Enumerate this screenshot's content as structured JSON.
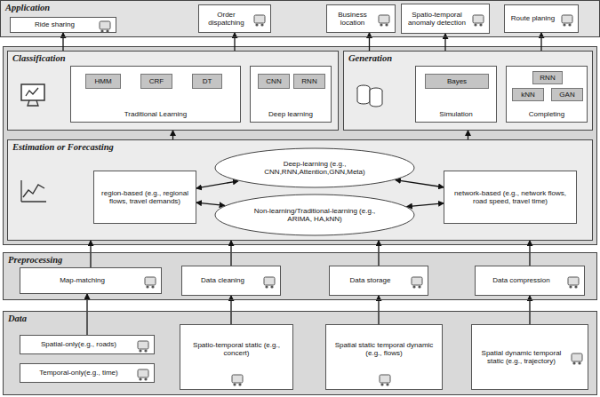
{
  "diagram": {
    "nodes": [
      {
        "text": [
          "Application"
        ]
      },
      {
        "text": [
          "Ride sharing"
        ],
        "in": 0
      },
      {
        "text": [
          "Order dispatching"
        ],
        "in": 0
      },
      {
        "text": [
          "Business location"
        ],
        "in": 0
      },
      {
        "text": [
          "Spatio-temporal anomaly detection"
        ],
        "in": 0
      },
      {
        "text": [
          "Route planing"
        ],
        "in": 0
      },
      {
        "text": [
          "Classification"
        ]
      },
      {
        "text": [
          "Traditional Learning"
        ],
        "in": 6
      },
      {
        "text": [
          "HMM"
        ],
        "in": 7
      },
      {
        "text": [
          "CRF"
        ],
        "in": 7
      },
      {
        "text": [
          "DT"
        ],
        "in": 7
      },
      {
        "text": [
          "Deep learning"
        ],
        "in": 6
      },
      {
        "text": [
          "CNN"
        ],
        "in": 11
      },
      {
        "text": [
          "RNN"
        ],
        "in": 11
      },
      {
        "text": [
          "Generation"
        ]
      },
      {
        "text": [
          "Simulation"
        ],
        "in": 14
      },
      {
        "text": [
          "Bayes"
        ],
        "in": 15
      },
      {
        "text": [
          "Completing"
        ],
        "in": 14
      },
      {
        "text": [
          "RNN"
        ],
        "in": 17
      },
      {
        "text": [
          "kNN"
        ],
        "in": 17
      },
      {
        "text": [
          "GAN"
        ],
        "in": 17
      },
      {
        "text": [
          "Estimation or Forecasting"
        ]
      },
      {
        "text": [
          "region-based (e.g., regional flows, travel demands)"
        ],
        "in": 21
      },
      {
        "text": [
          "Deep-learning (e.g., CNN,RNN,Attention,GNN,Meta)"
        ],
        "in": 21
      },
      {
        "text": [
          "Non-learning/Traditional-learning (e.g., ARIMA, HA,kNN)"
        ],
        "in": 21
      },
      {
        "text": [
          "network-based (e.g., network flows, road speed, travel time)"
        ],
        "in": 21
      },
      {
        "text": [
          "Preprocessing"
        ]
      },
      {
        "text": [
          "Map-matching"
        ],
        "in": 26
      },
      {
        "text": [
          "Data cleaning"
        ],
        "in": 26
      },
      {
        "text": [
          "Data storage"
        ],
        "in": 26
      },
      {
        "text": [
          "Data compression"
        ],
        "in": 26
      },
      {
        "text": [
          "Data"
        ]
      },
      {
        "text": [
          "Spatial-only(e.g., roads)"
        ],
        "in": 31
      },
      {
        "text": [
          "Temporal-only(e.g., time)"
        ],
        "in": 31
      },
      {
        "text": [
          "Spatio-temporal static (e.g., concert)"
        ],
        "in": 31
      },
      {
        "text": [
          "Spatial static temporal dynamic (e.g., flows)"
        ],
        "in": 31
      },
      {
        "text": [
          "Spatial dynamic temporal static (e.g., trajectory)"
        ],
        "in": 31
      }
    ],
    "edges": [
      {
        "from": 32,
        "to": 27,
        "arrow": "to"
      },
      {
        "from": 34,
        "to": 28,
        "arrow": "to"
      },
      {
        "from": 35,
        "to": 29,
        "arrow": "to"
      },
      {
        "from": 36,
        "to": 30,
        "arrow": "to"
      },
      {
        "from": 27,
        "to": 21,
        "arrow": "to"
      },
      {
        "from": 28,
        "to": 21,
        "arrow": "to"
      },
      {
        "from": 29,
        "to": 21,
        "arrow": "to"
      },
      {
        "from": 30,
        "to": 21,
        "arrow": "to"
      },
      {
        "from": 21,
        "to": 6,
        "arrow": "to"
      },
      {
        "from": 21,
        "to": 14,
        "arrow": "to"
      },
      {
        "from": 22,
        "to": 23,
        "arrow": "both"
      },
      {
        "from": 22,
        "to": 24,
        "arrow": "both"
      },
      {
        "from": 25,
        "to": 23,
        "arrow": "both"
      },
      {
        "from": 25,
        "to": 24,
        "arrow": "both"
      },
      {
        "from": 6,
        "to": 1,
        "arrow": "to"
      },
      {
        "from": 6,
        "to": 2,
        "arrow": "to"
      },
      {
        "from": 14,
        "to": 3,
        "arrow": "to"
      },
      {
        "from": 14,
        "to": 4,
        "arrow": "to"
      },
      {
        "from": 14,
        "to": 5,
        "arrow": "to"
      }
    ]
  }
}
